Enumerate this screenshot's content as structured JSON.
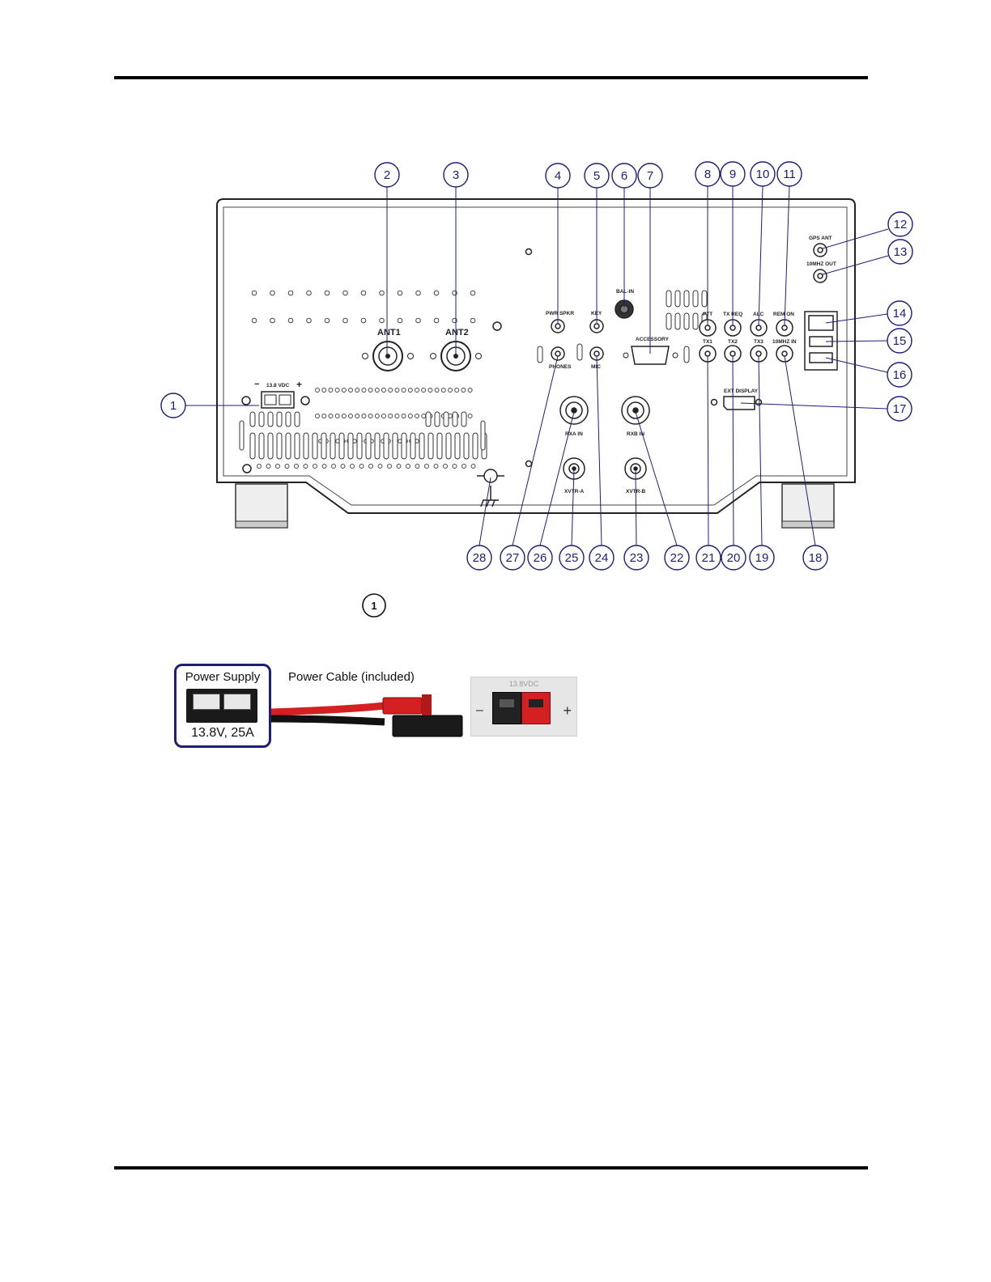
{
  "panel_labels": {
    "ant1": "ANT1",
    "ant2": "ANT2",
    "pwr_spkr": "PWR SPKR",
    "key": "KEY",
    "bal_in": "BAL-IN",
    "accessory": "ACCESSORY",
    "ptt": "PTT",
    "tx_req": "TX REQ",
    "alc": "ALC",
    "remon": "REM ON",
    "gps_ant": "GPS ANT",
    "out_10mhz": "10MHZ OUT",
    "phones": "PHONES",
    "mic": "MIC",
    "tx1": "TX1",
    "tx2": "TX2",
    "tx3": "TX3",
    "in_10mhz": "10MHZ IN",
    "ext_display": "EXT DISPLAY",
    "rxa_in": "RXA IN",
    "rxb_in": "RXB IN",
    "xvtr_a": "XVTR-A",
    "xvtr_b": "XVTR-B",
    "vdc": "13.8 VDC",
    "minus": "−",
    "plus": "+"
  },
  "callouts": {
    "c1": "1",
    "c2": "2",
    "c3": "3",
    "c4": "4",
    "c5": "5",
    "c6": "6",
    "c7": "7",
    "c8": "8",
    "c9": "9",
    "c10": "10",
    "c11": "11",
    "c12": "12",
    "c13": "13",
    "c14": "14",
    "c15": "15",
    "c16": "16",
    "c17": "17",
    "c18": "18",
    "c19": "19",
    "c20": "20",
    "c21": "21",
    "c22": "22",
    "c23": "23",
    "c24": "24",
    "c25": "25",
    "c26": "26",
    "c27": "27",
    "c28": "28"
  },
  "detail_callout": "1",
  "power": {
    "supply_title": "Power Supply",
    "supply_rating": "13.8V, 25A",
    "cable_title": "Power Cable (included)",
    "connector_label": "13.8VDC",
    "minus": "–",
    "plus": "+"
  },
  "colors": {
    "callout_blue": "#1c1f7a",
    "cable_red": "#d42020",
    "cable_black": "#111111"
  }
}
